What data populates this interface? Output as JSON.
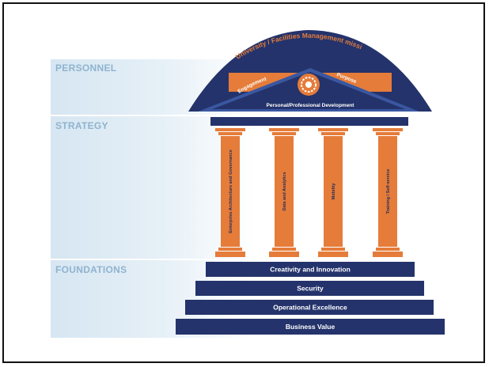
{
  "sections": {
    "personnel": "PERSONNEL",
    "strategy": "STRATEGY",
    "foundations": "FOUNDATIONS"
  },
  "roof": {
    "mission": "University / Facilities Management mission",
    "engagement": "Engagement",
    "purpose": "Purpose",
    "development": "Personal/Professional Development"
  },
  "pillars": [
    "Enterprise Architecture and Governance",
    "Data and Analytics",
    "Mobility",
    "Training / Self-service"
  ],
  "steps": [
    "Creativity and Innovation",
    "Security",
    "Operational Excellence",
    "Business Value"
  ],
  "colors": {
    "navy": "#24336b",
    "orange": "#e57c3a",
    "label": "#8fb3cf",
    "band": "#d9e7f3"
  }
}
